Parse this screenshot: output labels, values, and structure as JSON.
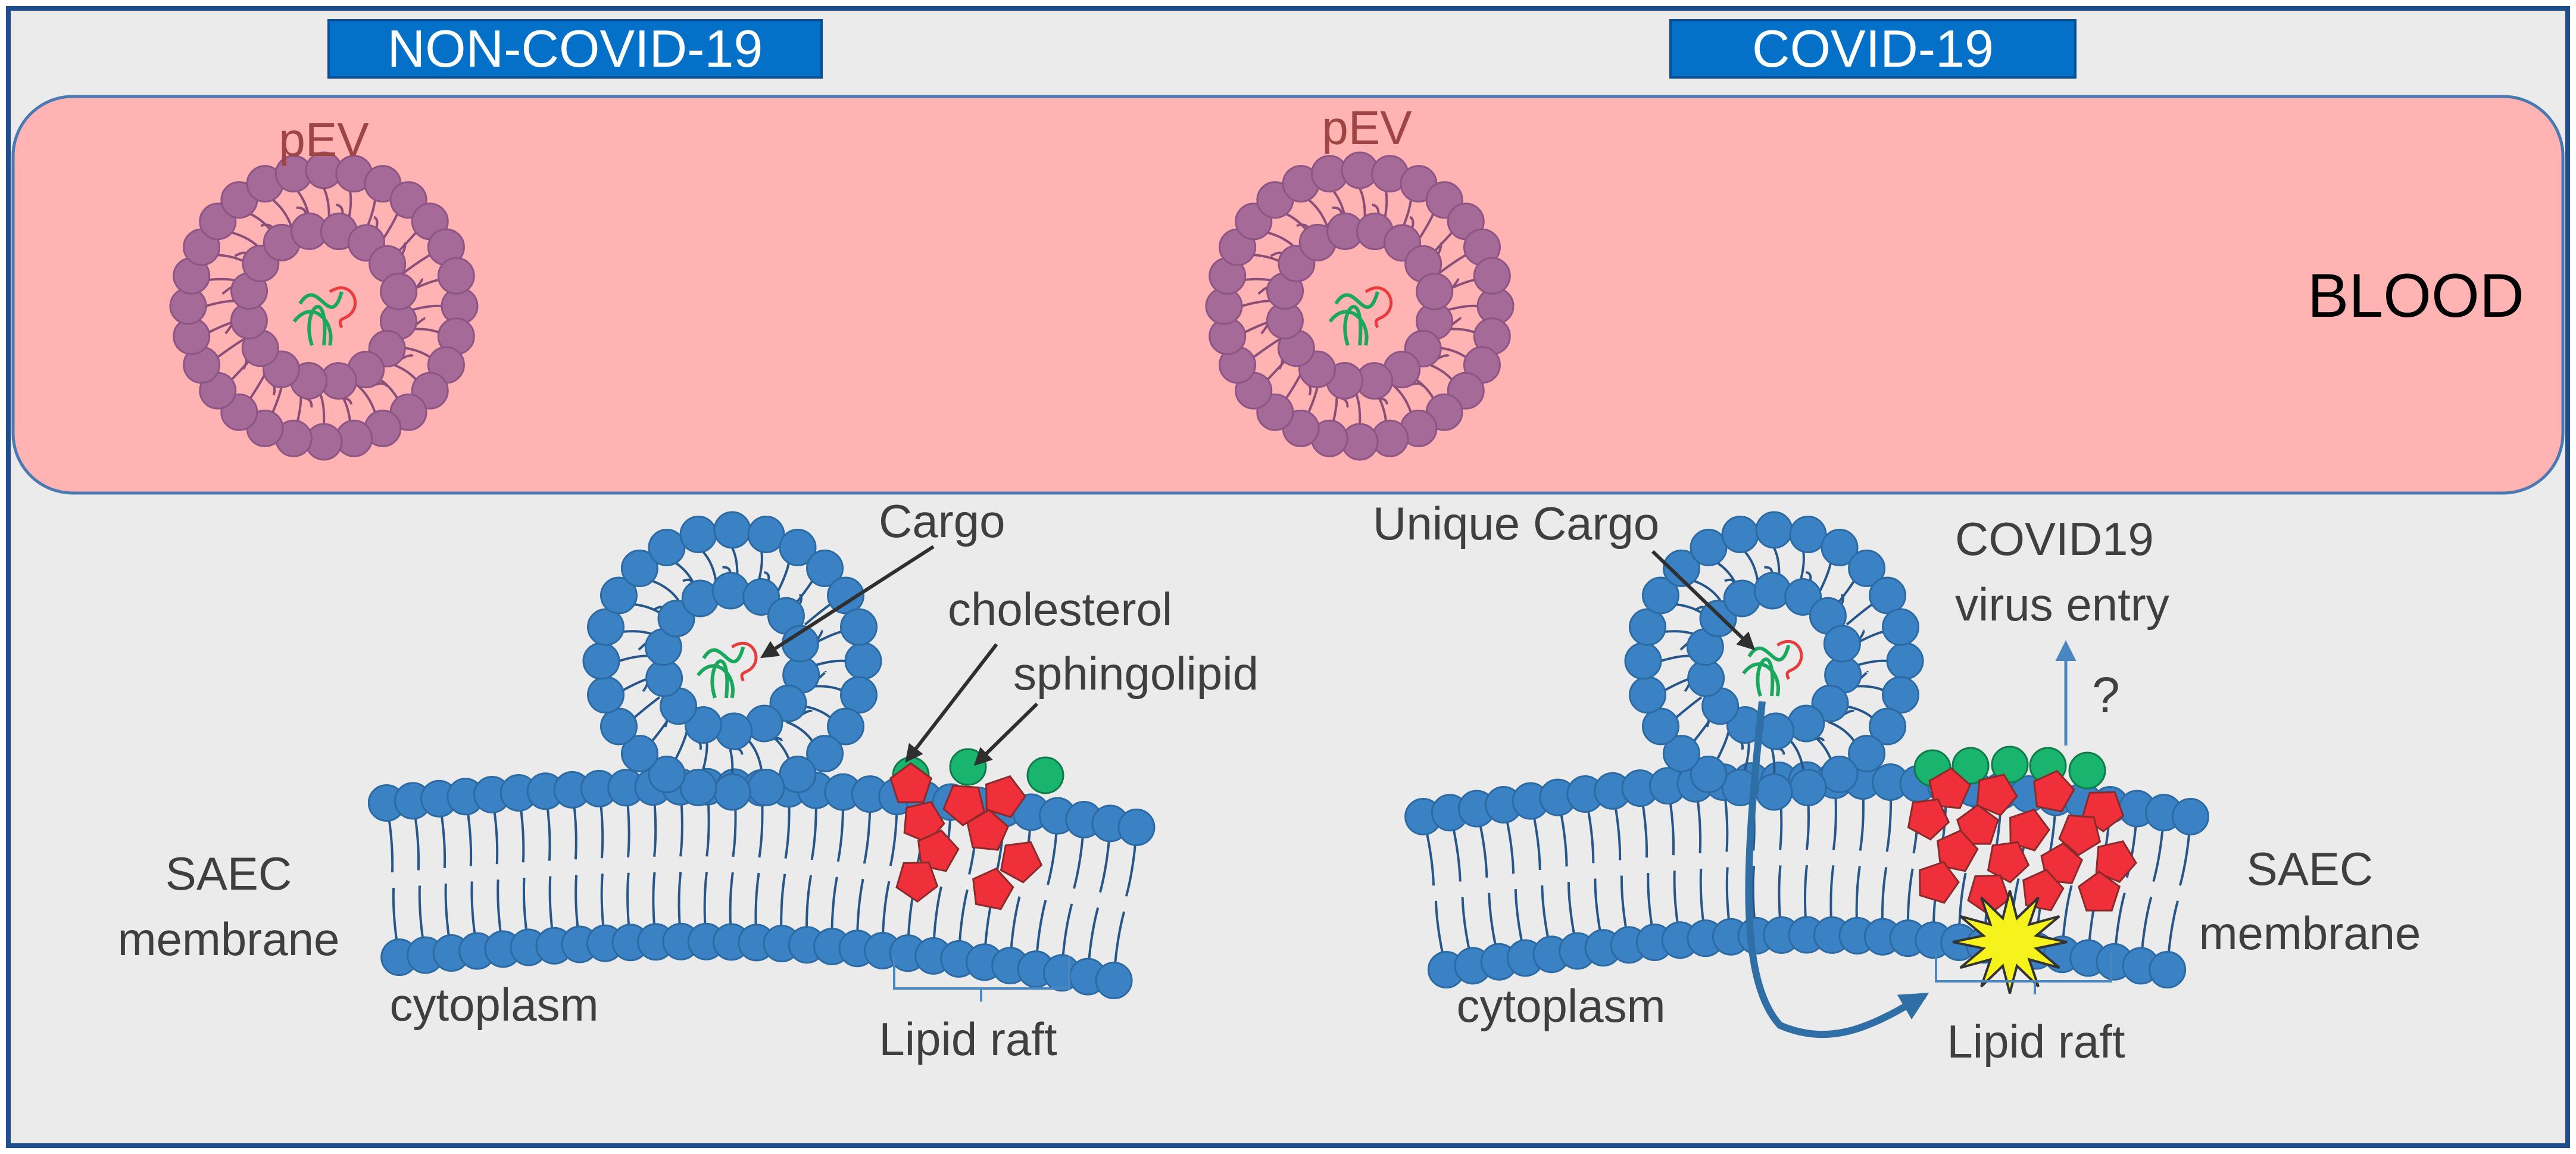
{
  "headers": {
    "left": "NON-COVID-19",
    "right": "COVID-19"
  },
  "blood": {
    "label": "BLOOD",
    "pev_left": "pEV",
    "pev_right": "pEV"
  },
  "left_panel": {
    "cargo": "Cargo",
    "cholesterol": "cholesterol",
    "sphingolipid": "sphingolipid",
    "membrane_line1": "SAEC",
    "membrane_line2": "membrane",
    "cytoplasm": "cytoplasm",
    "lipid_raft": "Lipid raft"
  },
  "right_panel": {
    "cargo": "Unique Cargo",
    "virus_line1": "COVID19",
    "virus_line2": "virus entry",
    "question": "?",
    "membrane_line1": "SAEC",
    "membrane_line2": "membrane",
    "cytoplasm": "cytoplasm",
    "lipid_raft": "Lipid raft"
  },
  "colors": {
    "frame": "#1f4e8c",
    "background": "#ebebeb",
    "header_fill": "#0570c8",
    "header_text": "#ffffff",
    "blood_fill": "#ffb3b3",
    "blood_border": "#4a79b3",
    "pev_head": "#a56a98",
    "pev_tail": "#8a4f78",
    "pev_label": "#a04545",
    "lipid_head": "#3b82c4",
    "lipid_head_stroke": "#2c6aa3",
    "lipid_tail": "#26568a",
    "cholesterol": "#ef2f3a",
    "sphingolipid": "#19b56e",
    "cargo_green": "#1aa85f",
    "cargo_red": "#e83b3b",
    "text": "#3f3f3f",
    "arrow": "#2f2f2f",
    "uptake_arrow": "#2f6fa6",
    "star": "#f6f21c"
  },
  "icons": {
    "star": "starburst-icon"
  }
}
